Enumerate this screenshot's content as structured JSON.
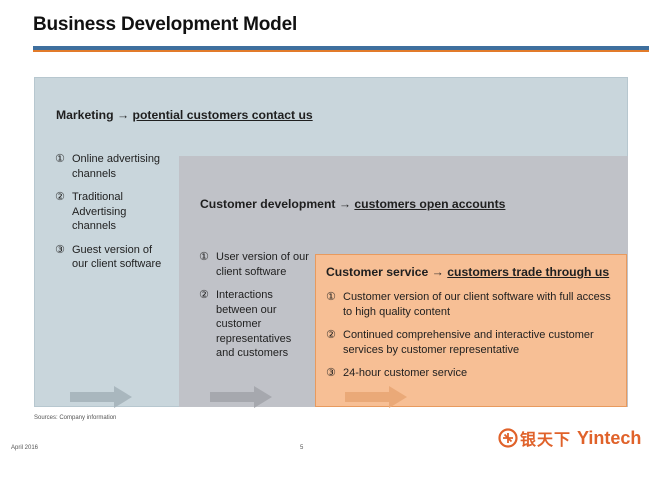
{
  "title": "Business Development Model",
  "marketing": {
    "heading_prefix": "Marketing → ",
    "heading_emph": "potential customers contact us",
    "items": [
      {
        "num": "①",
        "text": "Online advertising channels"
      },
      {
        "num": "②",
        "text": "Traditional Advertising channels"
      },
      {
        "num": "③",
        "text": "Guest version of our client software"
      }
    ]
  },
  "development": {
    "heading_prefix": "Customer development → ",
    "heading_emph": "customers open accounts",
    "items": [
      {
        "num": "①",
        "text": "User version of our client software"
      },
      {
        "num": "②",
        "text": "Interactions between our customer representatives and customers"
      }
    ]
  },
  "service": {
    "heading_prefix": "Customer service → ",
    "heading_emph": "customers trade through us",
    "items": [
      {
        "num": "①",
        "text": "Customer version of our client software with full access to high quality content"
      },
      {
        "num": "②",
        "text": "Continued comprehensive and interactive customer services by customer representative"
      },
      {
        "num": "③",
        "text": "24-hour customer service"
      }
    ]
  },
  "sources": "Sources: Company information",
  "footer": {
    "date": "April 2016",
    "page": "5"
  },
  "logo": {
    "cn": "银天下",
    "en": "Yintech",
    "color": "#e0622a"
  },
  "colors": {
    "rule_blue": "#3e6f9e",
    "rule_orange": "#e27b2a",
    "marketing_bg": "#c9d6dc",
    "development_bg": "#c0c2c8",
    "service_bg": "#f7bf95"
  }
}
